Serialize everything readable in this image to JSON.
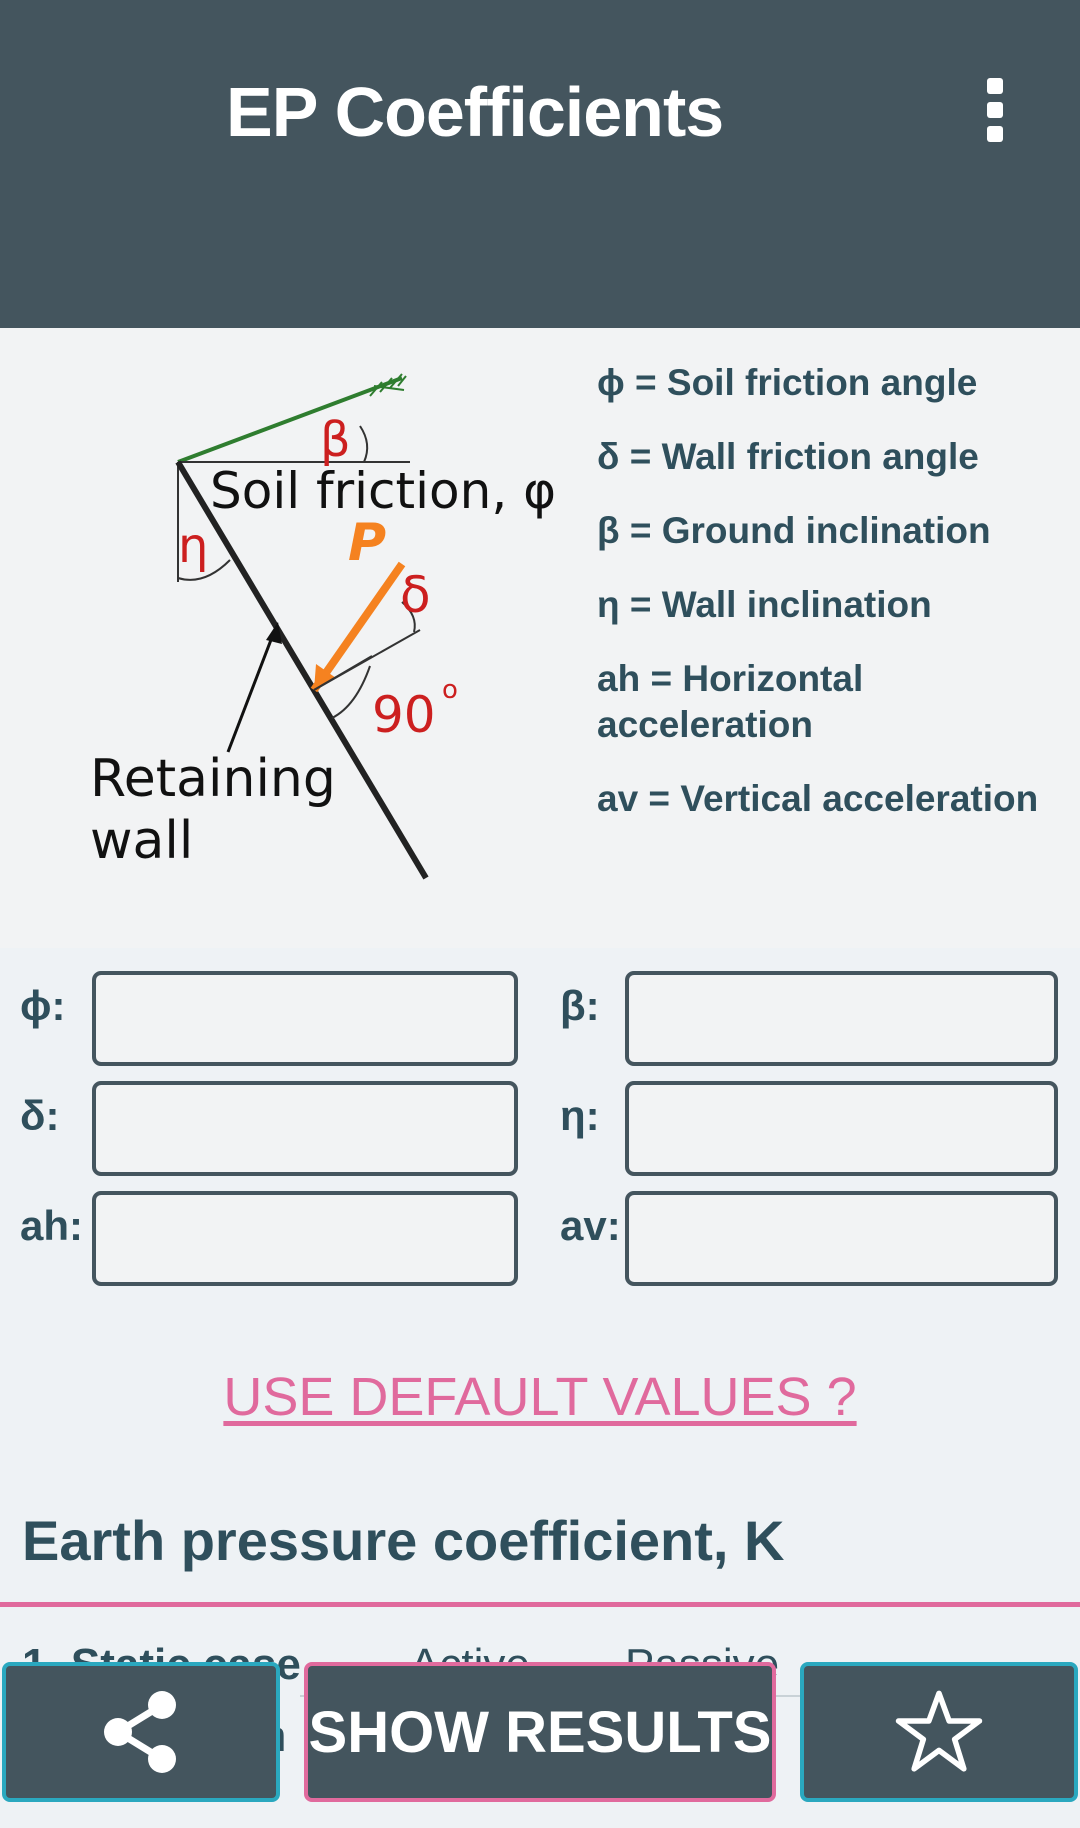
{
  "appbar": {
    "title": "EP Coefficients",
    "menu_icon": "more-vert-icon"
  },
  "diagram": {
    "soil_label": "Soil friction, φ",
    "wall_label_1": "Retaining",
    "wall_label_2": "wall",
    "beta": "β",
    "eta": "η",
    "delta": "δ",
    "p": "P",
    "angle": "90",
    "degree": "o"
  },
  "legend": [
    "ϕ = Soil friction angle",
    "δ = Wall friction angle",
    "β = Ground inclination",
    "η = Wall inclination",
    "ah = Horizontal\nacceleration",
    "av = Vertical acceleration"
  ],
  "form": {
    "phi_label": "ϕ:",
    "beta_label": "β:",
    "delta_label": "δ:",
    "eta_label": "η:",
    "ah_label": "ah:",
    "av_label": "av:",
    "phi_value": "",
    "beta_value": "",
    "delta_value": "",
    "eta_value": "",
    "ah_value": "",
    "av_value": ""
  },
  "default_link": "USE DEFAULT VALUES ?",
  "section_title": "Earth pressure coefficient, K",
  "results_table": {
    "row_label": "1. Static case",
    "col_active": "Active",
    "col_passive": "Passive",
    "sub_label": "n"
  },
  "bottom_bar": {
    "show_results": "SHOW RESULTS",
    "share_icon": "share-icon",
    "favorite_icon": "star-outline-icon"
  },
  "colors": {
    "appbar": "#44555e",
    "accent_pink": "#e06a9d",
    "accent_cyan": "#2aa8bf",
    "diagram_red": "#cc1f1f",
    "diagram_orange": "#f58220",
    "diagram_green": "#2f7d2f"
  }
}
